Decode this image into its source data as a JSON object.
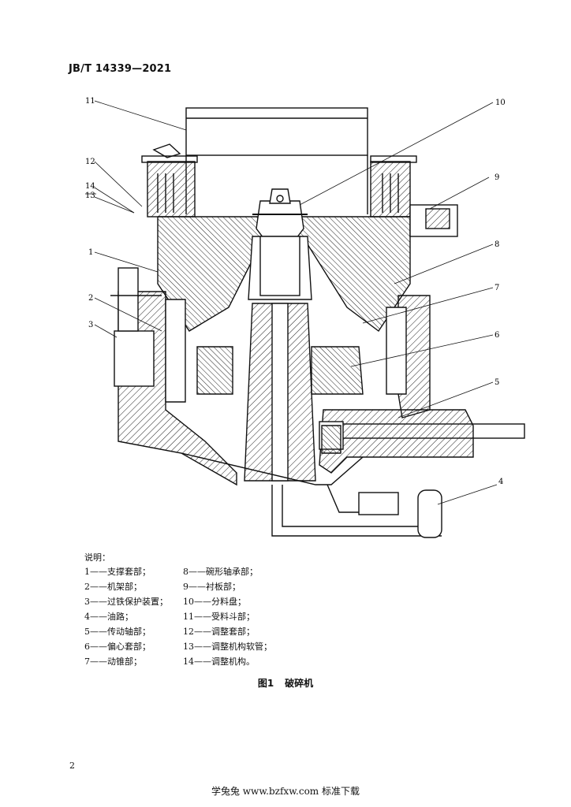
{
  "header": {
    "standard_no": "JB/T 14339—2021"
  },
  "callouts": [
    "1",
    "2",
    "3",
    "4",
    "5",
    "6",
    "7",
    "8",
    "9",
    "10",
    "11",
    "12",
    "13",
    "14"
  ],
  "legend": {
    "title": "说明：",
    "left_items": [
      "1——支撑套部；",
      "2——机架部；",
      "3——过铁保护装置；",
      "4——油路；",
      "5——传动轴部；",
      "6——偏心套部；",
      "7——动锥部；"
    ],
    "right_items": [
      "8——碗形轴承部；",
      "9——衬板部；",
      "10——分料盘；",
      "11——受料斗部；",
      "12——调整套部；",
      "13——调整机构软管；",
      "14——调整机构。"
    ]
  },
  "caption": {
    "figure_no": "图1",
    "title": "破碎机"
  },
  "page_number": "2",
  "footer": "学兔兔 www.bzfxw.com 标准下载"
}
